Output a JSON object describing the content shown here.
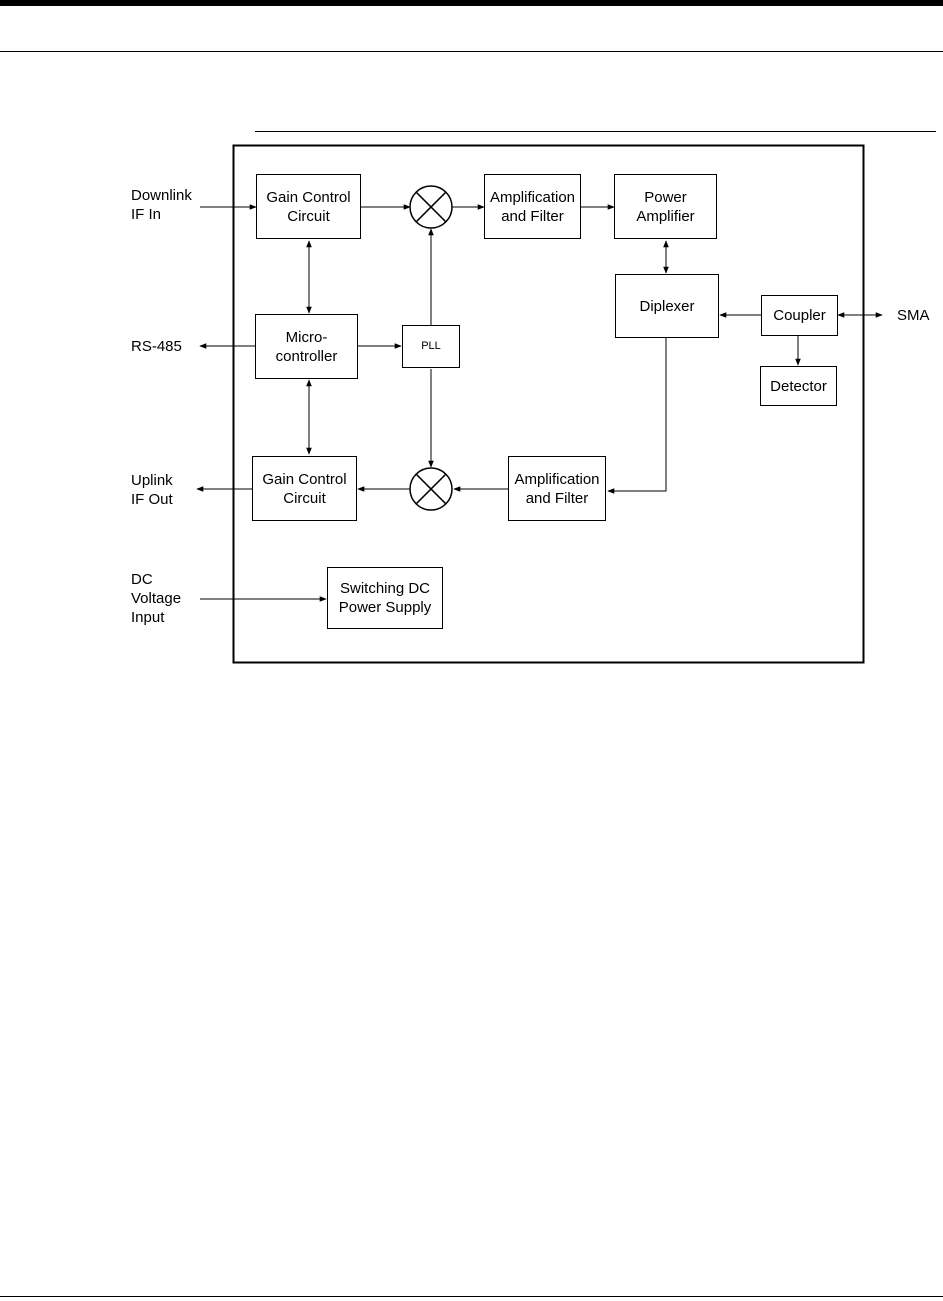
{
  "blocks": {
    "gain_control_top": "Gain Control\nCircuit",
    "amp_filter_top": "Amplification\nand Filter",
    "power_amplifier": "Power\nAmplifier",
    "diplexer": "Diplexer",
    "coupler": "Coupler",
    "detector": "Detector",
    "microcontroller": "Micro-\ncontroller",
    "pll": "PLL",
    "gain_control_bottom": "Gain Control\nCircuit",
    "amp_filter_bottom": "Amplification\nand Filter",
    "switching_power": "Switching DC\nPower Supply"
  },
  "external": {
    "downlink": "Downlink\nIF In",
    "rs485": "RS-485",
    "uplink": "Uplink\nIF Out",
    "dc_input": "DC\nVoltage\nInput",
    "sma": "SMA"
  }
}
